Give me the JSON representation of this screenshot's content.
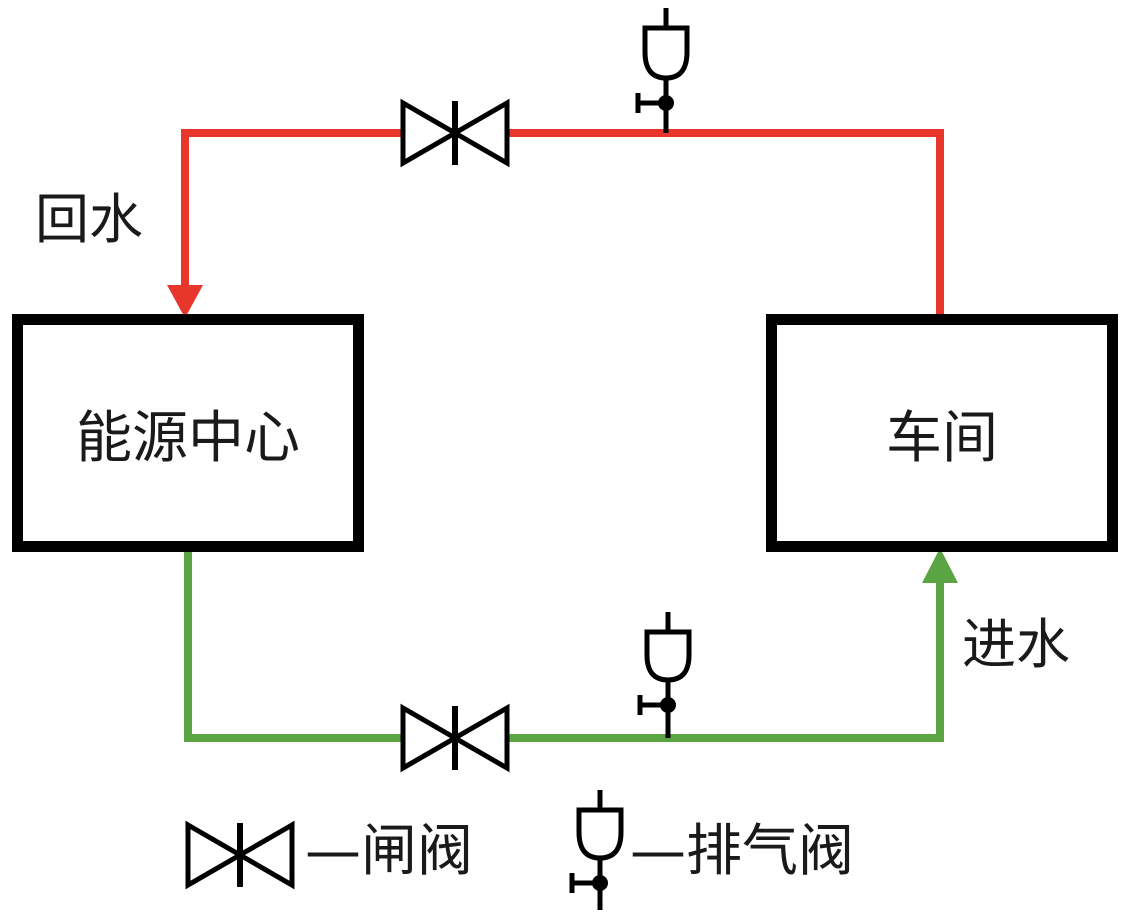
{
  "nodes": {
    "energy_center": "能源中心",
    "workshop": "车间"
  },
  "flows": {
    "return_water": "回水",
    "supply_water": "进水"
  },
  "legend": {
    "gate_valve": "—闸阀",
    "air_release_valve": "—排气阀"
  },
  "colors": {
    "return_line": "#e8362c",
    "supply_line": "#5aa443",
    "outline": "#000000"
  }
}
